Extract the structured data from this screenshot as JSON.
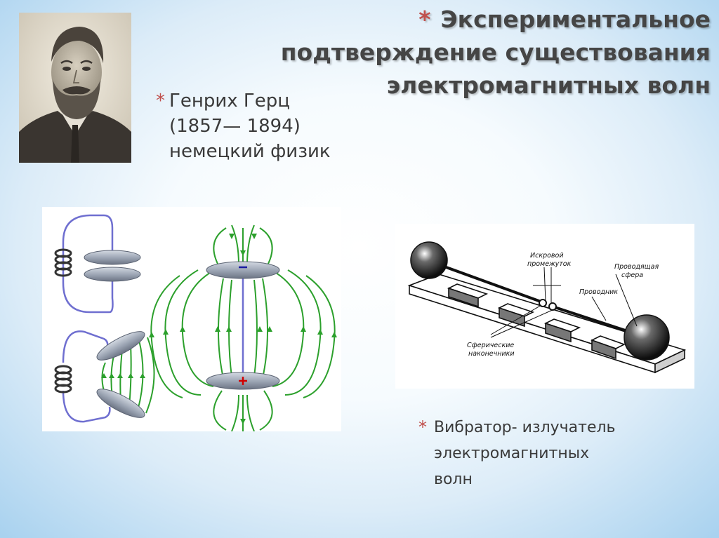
{
  "slide": {
    "title_bullet": "*",
    "title_lines": [
      "Экспериментальное",
      "подтверждение существования",
      "электромагнитных волн"
    ]
  },
  "bio": {
    "bullet": "*",
    "name": "Генрих Герц",
    "years": "(1857— 1894)",
    "role": "немецкий физик"
  },
  "vibrator_diagram": {
    "labels": {
      "gap": [
        "Искровой",
        "промежуток"
      ],
      "sphere": [
        "Проводящая",
        "сфера"
      ],
      "wire": "Проводник",
      "tips": [
        "Сферические",
        "наконечники"
      ]
    }
  },
  "caption": {
    "bullet": "*",
    "lines": [
      "Вибратор- излучатель",
      "электромагнитных",
      "волн"
    ]
  },
  "colors": {
    "accent_bullet": "#c0504d",
    "field_lines": "#2ca02c",
    "plate": "#8d96a6",
    "wire": "#6f6fd0"
  }
}
